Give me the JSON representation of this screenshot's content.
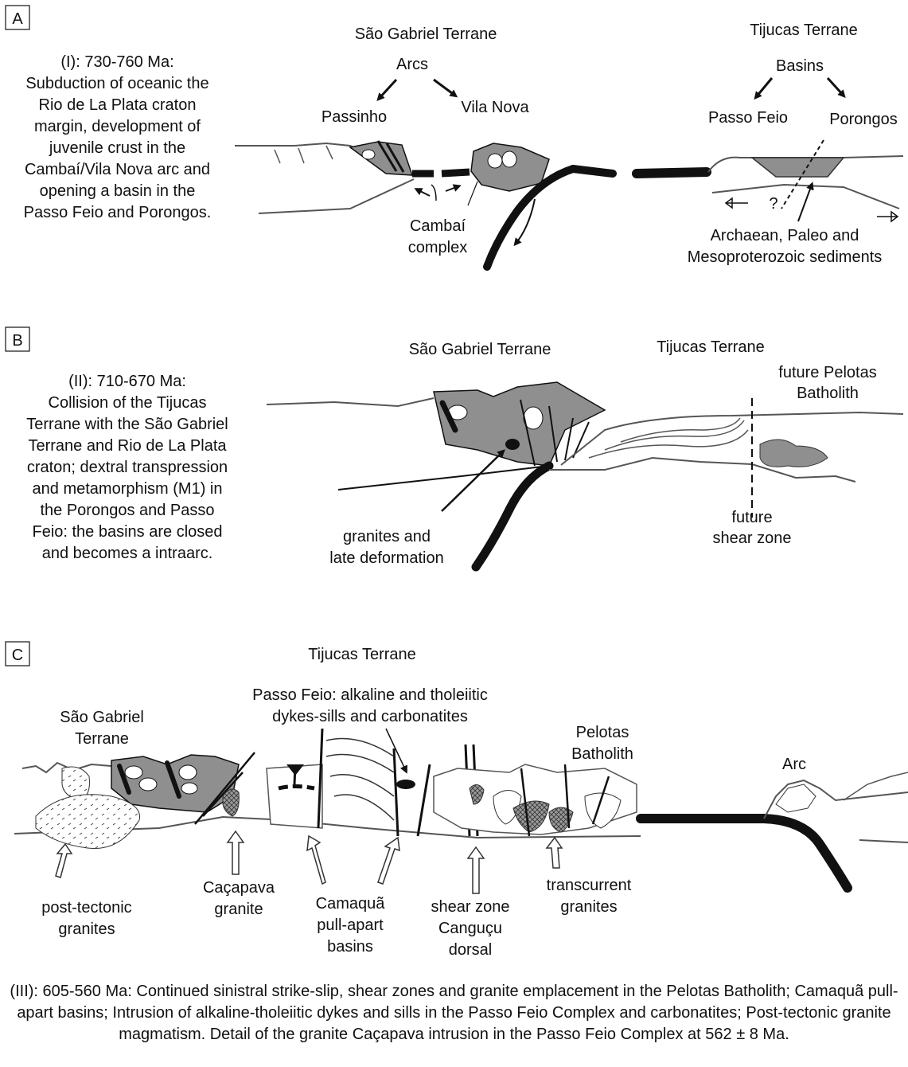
{
  "colors": {
    "rock_gray": "#8f8f8f",
    "line": "#111111",
    "light_fill": "#ffffff"
  },
  "panel_a": {
    "letter": "A",
    "description": "(I): 730-760 Ma:\nSubduction of oceanic the\nRio de La Plata craton\nmargin, development of\njuvenile crust in the\nCambaí/Vila Nova arc and\nopening a basin in the\nPasso Feio and Porongos.",
    "sao_gabriel": "São Gabriel Terrane",
    "arcs": "Arcs",
    "passinho": "Passinho",
    "vila_nova": "Vila Nova",
    "cambai_1": "Cambaí",
    "cambai_2": "complex",
    "tijucas": "Tijucas Terrane",
    "basins": "Basins",
    "passo_feio": "Passo Feio",
    "porongos": "Porongos",
    "question": "?",
    "sediments_1": "Archaean, Paleo and",
    "sediments_2": "Mesoproterozoic sediments"
  },
  "panel_b": {
    "letter": "B",
    "description": "(II): 710-670 Ma:\nCollision of the Tijucas\nTerrane with the São Gabriel\nTerrane and Rio de La Plata\ncraton; dextral transpression\nand metamorphism (M1) in\nthe Porongos and Passo\nFeio:  the basins are closed\nand becomes a intraarc.",
    "sao_gabriel": "São Gabriel Terrane",
    "tijucas": "Tijucas Terrane",
    "pelotas_1": "future Pelotas",
    "pelotas_2": "Batholith",
    "shear_1": "future",
    "shear_2": "shear zone",
    "granites_1": "granites and",
    "granites_2": "late deformation"
  },
  "panel_c": {
    "letter": "C",
    "tijucas": "Tijucas Terrane",
    "passo_feio_1": "Passo Feio: alkaline and tholeiitic",
    "passo_feio_2": "dykes-sills and carbonatites",
    "sao_gabriel_1": "São Gabriel",
    "sao_gabriel_2": "Terrane",
    "pelotas_1": "Pelotas",
    "pelotas_2": "Batholith",
    "arc": "Arc",
    "post_1": "post-tectonic",
    "post_2": "granites",
    "cacapava_1": "Caçapava",
    "cacapava_2": "granite",
    "camaqua_1": "Camaquã",
    "camaqua_2": "pull-apart",
    "camaqua_3": "basins",
    "shear_1": "shear zone",
    "shear_2": "Canguçu",
    "shear_3": "dorsal",
    "transcurrent_1": "transcurrent",
    "transcurrent_2": "granites"
  },
  "caption": "(III): 605-560 Ma: Continued sinistral strike-slip, shear zones and granite emplacement in the Pelotas Batholith; Camaquã pull-apart basins; Intrusion of alkaline-tholeiitic dykes and sills in the Passo Feio Complex and carbonatites; Post-tectonic granite magmatism. Detail of the granite Caçapava intrusion in the Passo Feio Complex at 562 ± 8 Ma."
}
